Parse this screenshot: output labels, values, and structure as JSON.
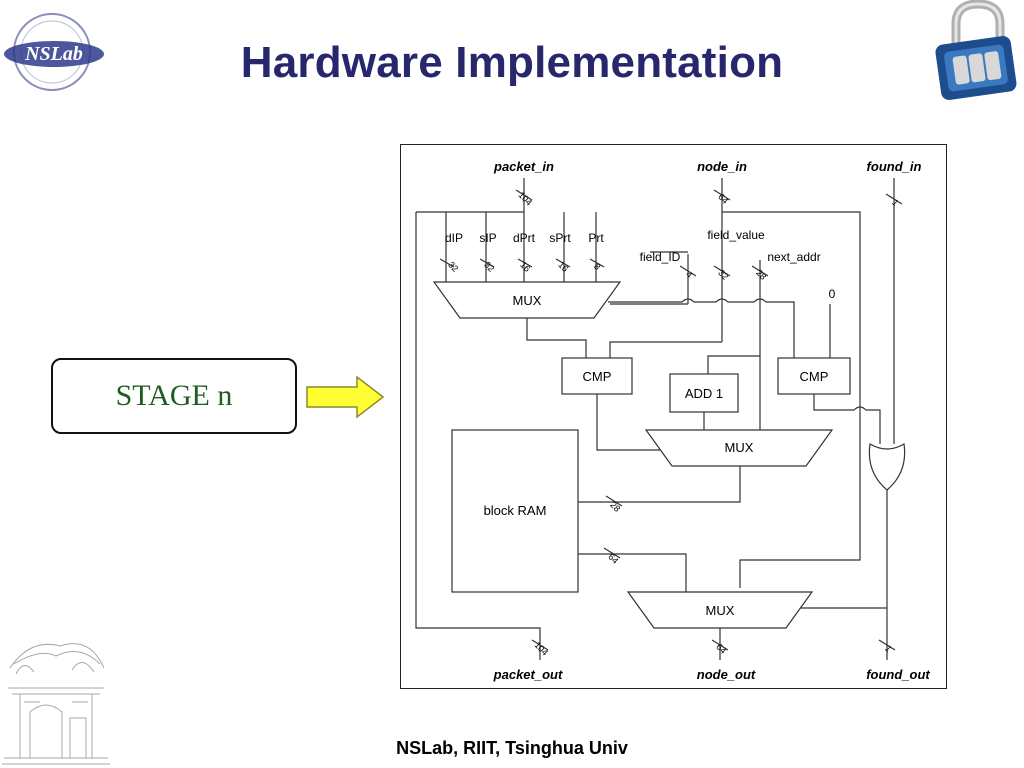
{
  "slide": {
    "title": "Hardware Implementation",
    "footer": "NSLab,  RIIT,  Tsinghua Univ",
    "logo_text": "NSLab",
    "stage_label": "STAGE n"
  },
  "icons": {
    "logo": "nslab-logo-icon",
    "lock": "padlock-icon",
    "sketch": "building-sketch-icon",
    "arrow": "right-arrow-icon"
  },
  "colors": {
    "title": "#27276e",
    "stage_text": "#1f5e1f",
    "arrow_fill": "#ffff33"
  },
  "diagram": {
    "signals": {
      "packet_in": "packet_in",
      "node_in": "node_in",
      "found_in": "found_in",
      "packet_out": "packet_out",
      "node_out": "node_out",
      "found_out": "found_out"
    },
    "fields": [
      "dIP",
      "sIP",
      "dPrt",
      "sPrt",
      "Prt"
    ],
    "field_widths": [
      "32",
      "32",
      "16",
      "16",
      "8"
    ],
    "node_labels": {
      "field_value": "field_value",
      "field_id": "field_ID",
      "next_addr": "next_addr",
      "zero": "0"
    },
    "blocks": {
      "mux_top": "MUX",
      "cmp_left": "CMP",
      "cmp_right": "CMP",
      "add1": "ADD 1",
      "mux_mid": "MUX",
      "block_ram": "block RAM",
      "mux_bottom": "MUX"
    },
    "widths": {
      "packet_in": "104",
      "node_in": "64",
      "found_in": "1",
      "field_id": "4",
      "field_value": "32",
      "next_addr": "28",
      "ram_addr": "28",
      "ram_data": "64",
      "packet_out": "104",
      "node_out": "64",
      "found_out": "1"
    }
  }
}
